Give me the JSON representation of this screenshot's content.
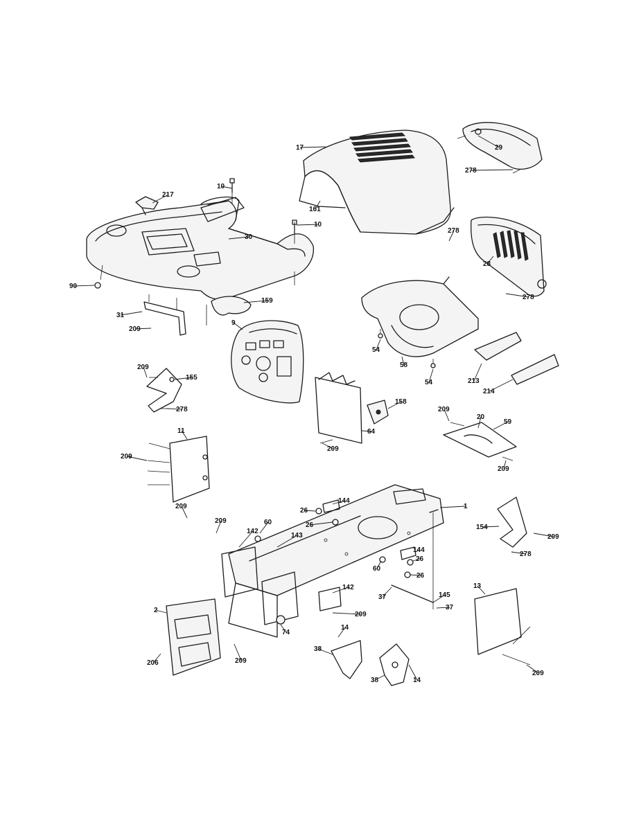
{
  "diagram": {
    "callouts": [
      {
        "id": "c17",
        "text": "17"
      },
      {
        "id": "c29",
        "text": "29"
      },
      {
        "id": "c278a",
        "text": "278"
      },
      {
        "id": "c10a",
        "text": "10"
      },
      {
        "id": "c217",
        "text": "217"
      },
      {
        "id": "c161",
        "text": "161"
      },
      {
        "id": "c10b",
        "text": "10"
      },
      {
        "id": "c30",
        "text": "30"
      },
      {
        "id": "c278b",
        "text": "278"
      },
      {
        "id": "c28",
        "text": "28"
      },
      {
        "id": "c90",
        "text": "90"
      },
      {
        "id": "c278c",
        "text": "278"
      },
      {
        "id": "c159",
        "text": "159"
      },
      {
        "id": "c31",
        "text": "31"
      },
      {
        "id": "c9",
        "text": "9"
      },
      {
        "id": "c209a",
        "text": "209"
      },
      {
        "id": "c54a",
        "text": "54"
      },
      {
        "id": "c58",
        "text": "58"
      },
      {
        "id": "c54b",
        "text": "54"
      },
      {
        "id": "c213",
        "text": "213"
      },
      {
        "id": "c214",
        "text": "214"
      },
      {
        "id": "c209b",
        "text": "209"
      },
      {
        "id": "c155",
        "text": "155"
      },
      {
        "id": "c278d",
        "text": "278"
      },
      {
        "id": "c158",
        "text": "158"
      },
      {
        "id": "c209c",
        "text": "209"
      },
      {
        "id": "c20",
        "text": "20"
      },
      {
        "id": "c59",
        "text": "59"
      },
      {
        "id": "c11",
        "text": "11"
      },
      {
        "id": "c64",
        "text": "64"
      },
      {
        "id": "c209d",
        "text": "209"
      },
      {
        "id": "c209e",
        "text": "209"
      },
      {
        "id": "c209f",
        "text": "209"
      },
      {
        "id": "c1",
        "text": "1"
      },
      {
        "id": "c144a",
        "text": "144"
      },
      {
        "id": "c26a",
        "text": "26"
      },
      {
        "id": "c26b",
        "text": "26"
      },
      {
        "id": "c209g",
        "text": "209"
      },
      {
        "id": "c209h",
        "text": "209"
      },
      {
        "id": "c60a",
        "text": "60"
      },
      {
        "id": "c142a",
        "text": "142"
      },
      {
        "id": "c143",
        "text": "143"
      },
      {
        "id": "c154",
        "text": "154"
      },
      {
        "id": "c209i",
        "text": "209"
      },
      {
        "id": "c278e",
        "text": "278"
      },
      {
        "id": "c144b",
        "text": "144"
      },
      {
        "id": "c26c",
        "text": "26"
      },
      {
        "id": "c60b",
        "text": "60"
      },
      {
        "id": "c26d",
        "text": "26"
      },
      {
        "id": "c142b",
        "text": "142"
      },
      {
        "id": "c37a",
        "text": "37"
      },
      {
        "id": "c145",
        "text": "145"
      },
      {
        "id": "c37b",
        "text": "37"
      },
      {
        "id": "c13",
        "text": "13"
      },
      {
        "id": "c2",
        "text": "2"
      },
      {
        "id": "c209j",
        "text": "209"
      },
      {
        "id": "c74",
        "text": "74"
      },
      {
        "id": "c14a",
        "text": "14"
      },
      {
        "id": "c38a",
        "text": "38"
      },
      {
        "id": "c206",
        "text": "206"
      },
      {
        "id": "c209k",
        "text": "209"
      },
      {
        "id": "c38b",
        "text": "38"
      },
      {
        "id": "c14b",
        "text": "14"
      },
      {
        "id": "c209l",
        "text": "209"
      }
    ]
  }
}
